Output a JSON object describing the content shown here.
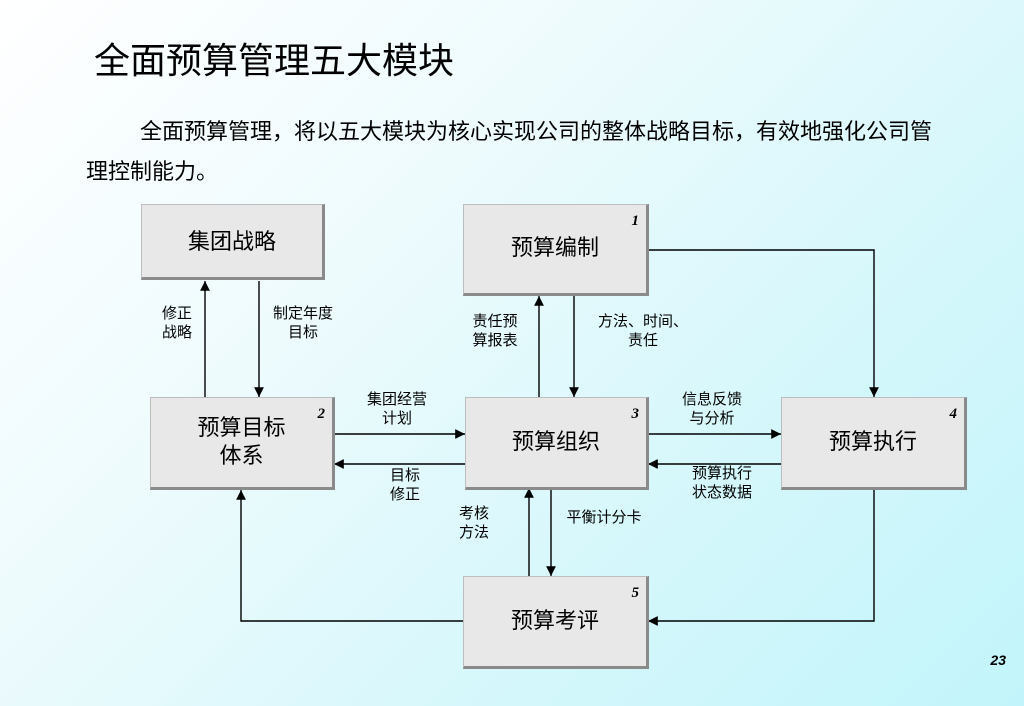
{
  "title": "全面预算管理五大模块",
  "intro": "全面预算管理，将以五大模块为核心实现公司的整体战略目标，有效地强化公司管理控制能力。",
  "boxes": {
    "strategy": {
      "label": "集团战略"
    },
    "compilation": {
      "label": "预算编制",
      "num": "1"
    },
    "target": {
      "label": "预算目标\n体系",
      "num": "2"
    },
    "organization": {
      "label": "预算组织",
      "num": "3"
    },
    "execution": {
      "label": "预算执行",
      "num": "4"
    },
    "evaluation": {
      "label": "预算考评",
      "num": "5"
    }
  },
  "edge_labels": {
    "revise_strategy": "修正\n战略",
    "annual_target": "制定年度\n目标",
    "responsibility_report": "责任预\n算报表",
    "method_time": "方法、时间、\n责任",
    "group_plan": "集团经营\n计划",
    "target_revision": "目标\n修正",
    "feedback": "信息反馈\n与分析",
    "execution_status": "预算执行\n状态数据",
    "assessment_method": "考核\n方法",
    "balanced_scorecard": "平衡计分卡"
  },
  "page_number": "23"
}
